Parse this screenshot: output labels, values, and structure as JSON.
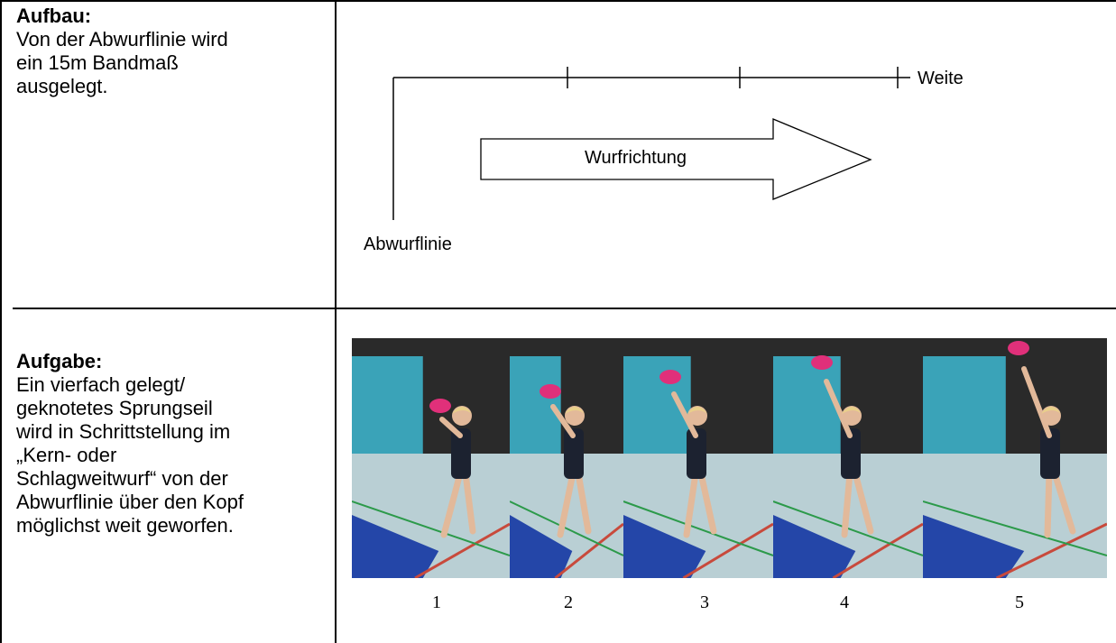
{
  "aufbau": {
    "heading": "Aufbau:",
    "text": "Von der Abwurflinie wird\nein 15m Bandmaß\nausgelegt."
  },
  "aufgabe": {
    "heading": "Aufgabe:",
    "text": "Ein vierfach gelegt/\ngeknotetes Sprungseil\nwird in Schrittstellung im\n„Kern- oder\nSchlagweitwurf“ von der\nAbwurflinie über den Kopf\nmöglichst weit geworfen."
  },
  "diagram": {
    "distance_label": "Weite",
    "line_label": "Abwurflinie",
    "arrow_label": "Wurfrichtung"
  },
  "photos": {
    "numbers": [
      "1",
      "2",
      "3",
      "4",
      "5"
    ]
  },
  "colors": {
    "wall": "#2a2a2a",
    "wall_blue": "#3aa3b8",
    "floor": "#b9cfd4",
    "mat": "#2446a8",
    "rope": "#e0307a",
    "suit": "#1c2230",
    "skin": "#e2b99a",
    "hair": "#e9d08a"
  }
}
